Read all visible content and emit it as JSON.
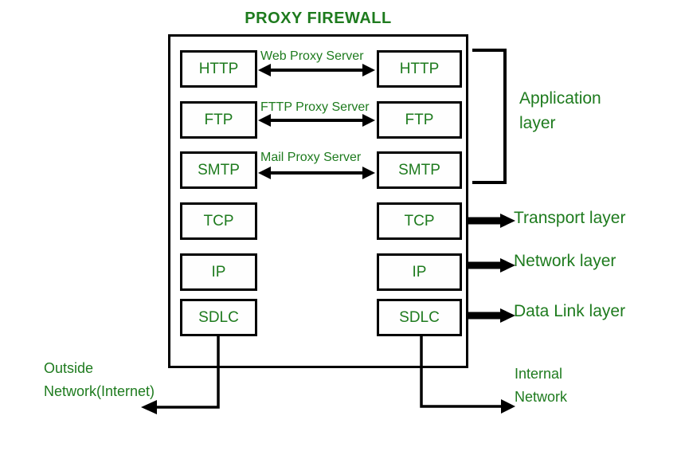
{
  "title": "PROXY FIREWALL",
  "colors": {
    "text_green": "#1e7b1e",
    "line_black": "#000000",
    "background": "#ffffff"
  },
  "stacks": {
    "left": [
      "HTTP",
      "FTP",
      "SMTP",
      "TCP",
      "IP",
      "SDLC"
    ],
    "right": [
      "HTTP",
      "FTP",
      "SMTP",
      "TCP",
      "IP",
      "SDLC"
    ]
  },
  "proxy_links": [
    {
      "label": "Web Proxy Server",
      "row": "HTTP"
    },
    {
      "label": "FTTP Proxy Server",
      "row": "FTP"
    },
    {
      "label": "Mail Proxy Server",
      "row": "SMTP"
    }
  ],
  "layer_labels": {
    "application": "Application layer",
    "transport": "Transport layer",
    "network": "Network layer",
    "data_link": "Data Link layer"
  },
  "network_labels": {
    "outside": "Outside Network(Internet)",
    "internal": "Internal Network"
  }
}
